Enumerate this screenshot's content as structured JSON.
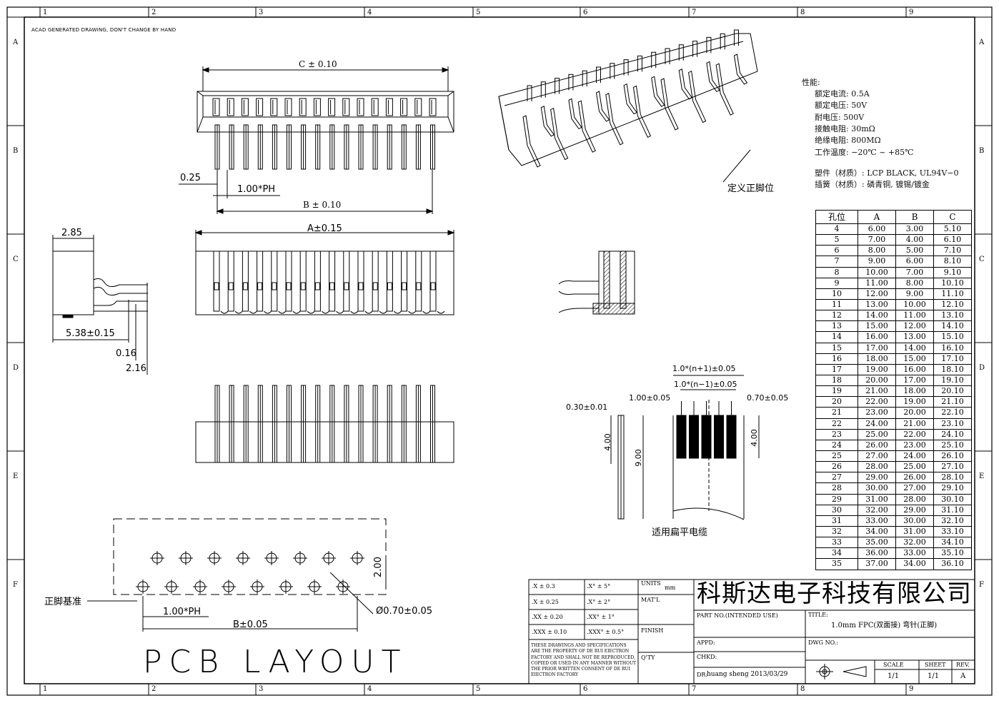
{
  "header_note": "ACAD GENERATED DRAWING, DON'T CHANGE BY HAND",
  "zones": {
    "columns": [
      "1",
      "2",
      "3",
      "4",
      "5",
      "6",
      "7",
      "8",
      "9"
    ],
    "rows": [
      "A",
      "B",
      "C",
      "D",
      "E",
      "F"
    ]
  },
  "dims": {
    "c": "C ± 0.10",
    "b_top": "B ± 0.10",
    "pitch_top": "1.00*PH",
    "w025": "0.25",
    "a": "A±0.15",
    "d285": "2.85",
    "d538": "5.38±0.15",
    "d016": "0.16",
    "d216": "2.16",
    "define_pin": "定义正脚位",
    "cable_n1": "1.0*(n+1)±0.05",
    "cable_nm1": "1.0*(n−1)±0.05",
    "cable_100": "1.00±0.05",
    "cable_070": "0.70±0.05",
    "cable_030": "0.30±0.01",
    "cable_400a": "4.00",
    "cable_900": "9.00",
    "cable_400b": "4.00",
    "cable_caption": "适用扁平电缆",
    "pcb_200": "2.00",
    "pcb_ref": "正脚基准",
    "pcb_pitch": "1.00*PH",
    "pcb_b": "B±0.05",
    "pcb_hole": "Ø0.70±0.05",
    "pcb_title": "PCB LAYOUT"
  },
  "specs": {
    "heading": "性能:",
    "lines": [
      "额定电流: 0.5A",
      "额定电压: 50V",
      "耐电压: 500V",
      "接触电阻:  30mΩ",
      "绝缘电阻: 800MΩ",
      "工作温度: −20℃ ~ +85℃"
    ],
    "material1": "塑件（材质）: LCP BLACK, UL94V−0",
    "material2": "插簧（材质）: 磷青铜, 镀锡/镀金"
  },
  "pin_table": {
    "headers": [
      "孔位",
      "A",
      "B",
      "C"
    ],
    "rows": [
      [
        "4",
        "6.00",
        "3.00",
        "5.10"
      ],
      [
        "5",
        "7.00",
        "4.00",
        "6.10"
      ],
      [
        "6",
        "8.00",
        "5.00",
        "7.10"
      ],
      [
        "7",
        "9.00",
        "6.00",
        "8.10"
      ],
      [
        "8",
        "10.00",
        "7.00",
        "9.10"
      ],
      [
        "9",
        "11.00",
        "8.00",
        "10.10"
      ],
      [
        "10",
        "12.00",
        "9.00",
        "11.10"
      ],
      [
        "11",
        "13.00",
        "10.00",
        "12.10"
      ],
      [
        "12",
        "14.00",
        "11.00",
        "13.10"
      ],
      [
        "13",
        "15.00",
        "12.00",
        "14.10"
      ],
      [
        "14",
        "16.00",
        "13.00",
        "15.10"
      ],
      [
        "15",
        "17.00",
        "14.00",
        "16.10"
      ],
      [
        "16",
        "18.00",
        "15.00",
        "17.10"
      ],
      [
        "17",
        "19.00",
        "16.00",
        "18.10"
      ],
      [
        "18",
        "20.00",
        "17.00",
        "19.10"
      ],
      [
        "19",
        "21.00",
        "18.00",
        "20.10"
      ],
      [
        "20",
        "22.00",
        "19.00",
        "21.10"
      ],
      [
        "21",
        "23.00",
        "20.00",
        "22.10"
      ],
      [
        "22",
        "24.00",
        "21.00",
        "23.10"
      ],
      [
        "23",
        "25.00",
        "22.00",
        "24.10"
      ],
      [
        "24",
        "26.00",
        "23.00",
        "25.10"
      ],
      [
        "25",
        "27.00",
        "24.00",
        "26.10"
      ],
      [
        "26",
        "28.00",
        "25.00",
        "27.10"
      ],
      [
        "27",
        "29.00",
        "26.00",
        "28.10"
      ],
      [
        "28",
        "30.00",
        "27.00",
        "29.10"
      ],
      [
        "29",
        "31.00",
        "28.00",
        "30.10"
      ],
      [
        "30",
        "32.00",
        "29.00",
        "31.10"
      ],
      [
        "31",
        "33.00",
        "30.00",
        "32.10"
      ],
      [
        "32",
        "34.00",
        "31.00",
        "33.10"
      ],
      [
        "33",
        "35.00",
        "32.00",
        "34.10"
      ],
      [
        "34",
        "36.00",
        "33.00",
        "35.10"
      ],
      [
        "35",
        "37.00",
        "34.00",
        "36.10"
      ]
    ]
  },
  "title_block": {
    "tol": [
      [
        ".X  ±  0.3",
        ".X°  ±  5°"
      ],
      [
        ".X  ±  0.25",
        ".X°  ±  2°"
      ],
      [
        ".XX  ±  0.20",
        ".XX°  ±  1°"
      ],
      [
        ".XXX  ±  0.10",
        ".XXX°  ±  0.5°"
      ]
    ],
    "units_label": "UNITS",
    "units_value": "mm",
    "matl_label": "MAT'L",
    "finish_label": "FINISH",
    "qty_label": "Q'TY",
    "disclaimer": "THESE DRAWINGS AND SPECIFICATIONS ARE THE PROPERTY OF DE RUI EIECTRON FACTORY AND SHALL NOT BE REPRODUCED, COPIED OR USED IN ANY MANNER WITHOUT THE PRIOR WRITTEN CONSENT OF DE RUI EIECTRON FACTORY",
    "company": "科斯达电子科技有限公司",
    "part_no_label": "PART NO.(INTENDED USE)",
    "title_label": "TITLE:",
    "title_value": "1.0mm FPC(双面接) 弯针(正脚)",
    "appd_label": "APPD:",
    "dwg_label": "DWG NO.:",
    "chkd_label": "CHKD:",
    "dr_label": "DR:",
    "dr_value": "huang sheng 2013/03/29",
    "scale_label": "SCALE",
    "scale_value": "1/1",
    "sheet_label": "SHEET",
    "sheet_value": "1/1",
    "rev_label": "REV.",
    "rev_value": "A"
  }
}
